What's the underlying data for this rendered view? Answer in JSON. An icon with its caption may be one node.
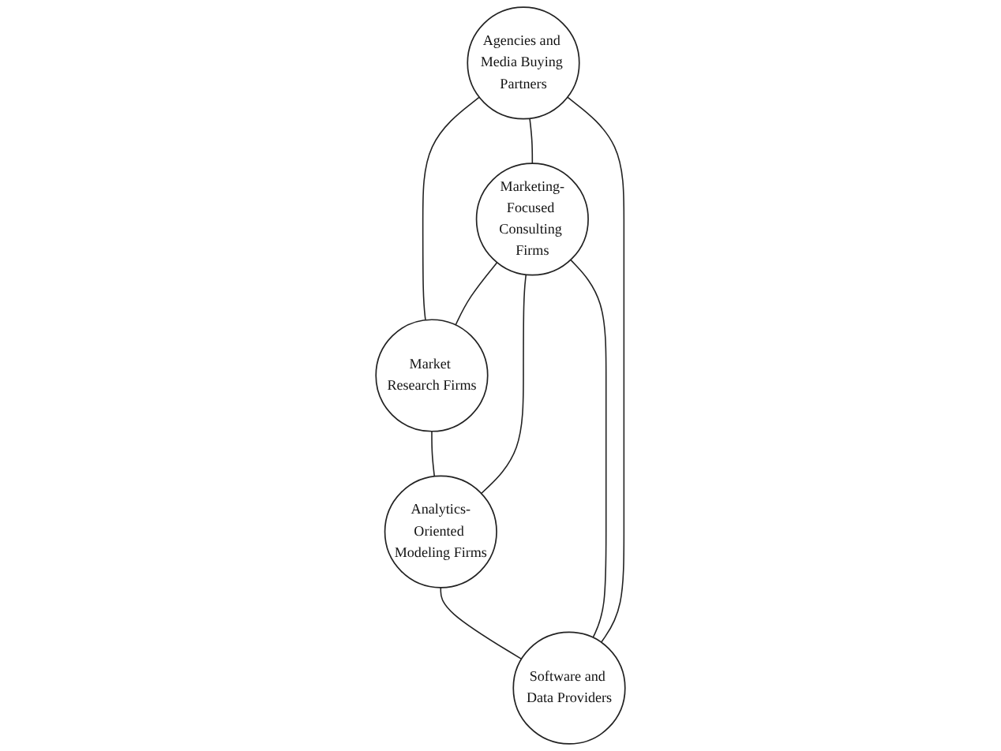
{
  "diagram": {
    "nodes": [
      {
        "text": [
          "Agencies and Media Buying Partners"
        ]
      },
      {
        "text": [
          "Market Research Firms"
        ]
      },
      {
        "text": [
          "Marketing-Focused Consulting Firms"
        ]
      },
      {
        "text": [
          "Software and Data Providers"
        ]
      },
      {
        "text": [
          "Analytics-Oriented Modeling Firms"
        ]
      }
    ],
    "edges": [
      {
        "from": 0,
        "to": 1,
        "arrow": "none"
      },
      {
        "from": 1,
        "to": 4,
        "arrow": "none"
      },
      {
        "from": 4,
        "to": 3,
        "arrow": "none"
      },
      {
        "from": 3,
        "to": 0,
        "arrow": "none"
      },
      {
        "from": 0,
        "to": 2,
        "arrow": "none"
      },
      {
        "from": 2,
        "to": 1,
        "arrow": "none"
      },
      {
        "from": 2,
        "to": 3,
        "arrow": "none"
      },
      {
        "from": 2,
        "to": 4,
        "arrow": "none"
      }
    ]
  }
}
